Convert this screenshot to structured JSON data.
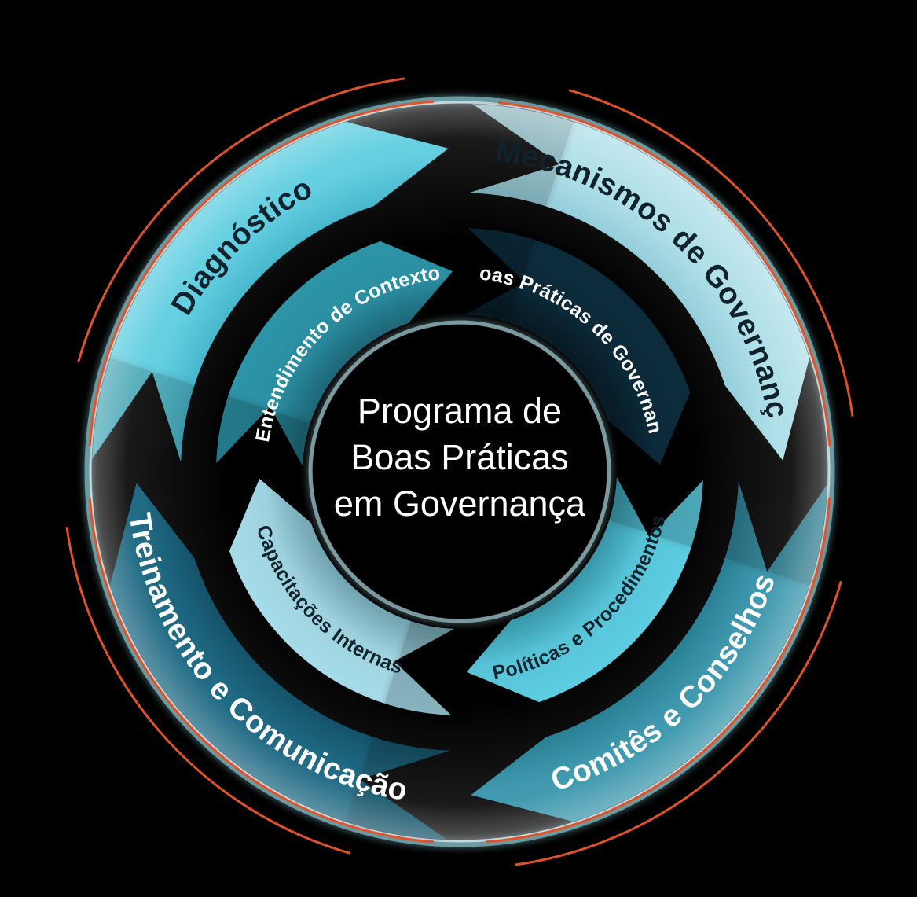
{
  "diagram": {
    "type": "cycle-wheel",
    "title": "Programa de Boas Práticas em Governança",
    "center": {
      "line1": "Programa de",
      "line2": "Boas Práticas",
      "line3": "em Governança",
      "text_color": "#ffffff",
      "background": "#000000"
    },
    "background_color": "#000000",
    "accent_arc_color": "#E0522A",
    "outer_ring": {
      "name": "outer-ring",
      "segments": [
        {
          "id": "diagnostico",
          "label": "Diagnóstico",
          "fill": "#56CBDE",
          "fill_dark": "#3FB4CA",
          "text_color": "#10222B",
          "start_angle": 182,
          "end_angle": 268
        },
        {
          "id": "mecanismos",
          "label": "Mecanismos de Governança",
          "fill": "#AADDE7",
          "fill_dark": "#8FCBD9",
          "text_color": "#10222B",
          "start_angle": 272,
          "end_angle": 358
        },
        {
          "id": "comites",
          "label": "Comitês e Conselhos",
          "fill": "#2D8FA6",
          "fill_dark": "#1F7A90",
          "text_color": "#ffffff",
          "start_angle": 2,
          "end_angle": 88
        },
        {
          "id": "treinamento",
          "label": "Treinamento e Comunicação",
          "fill": "#0B5C78",
          "fill_dark": "#084A62",
          "text_color": "#ffffff",
          "start_angle": 92,
          "end_angle": 178
        }
      ]
    },
    "inner_ring": {
      "name": "inner-ring",
      "segments": [
        {
          "id": "entendimento",
          "label": "Entendimento de Contexto",
          "fill": "#2D95A9",
          "fill_dark": "#237F93",
          "text_color": "#ffffff",
          "start_angle": 182,
          "end_angle": 268
        },
        {
          "id": "boas-praticas",
          "label": "Boas Práticas de Governança",
          "fill": "#0C2C3C",
          "fill_dark": "#081F2B",
          "text_color": "#ffffff",
          "start_angle": 272,
          "end_angle": 358
        },
        {
          "id": "politicas",
          "label": "Políticas e Procedimentos",
          "fill": "#5CCDE2",
          "fill_dark": "#45B9D0",
          "text_color": "#10222B",
          "start_angle": 2,
          "end_angle": 88
        },
        {
          "id": "capacitacoes",
          "label": "Capacitações Internas",
          "fill": "#A6DCE9",
          "fill_dark": "#8CC9D9",
          "text_color": "#10222B",
          "start_angle": 92,
          "end_angle": 178
        }
      ]
    }
  }
}
